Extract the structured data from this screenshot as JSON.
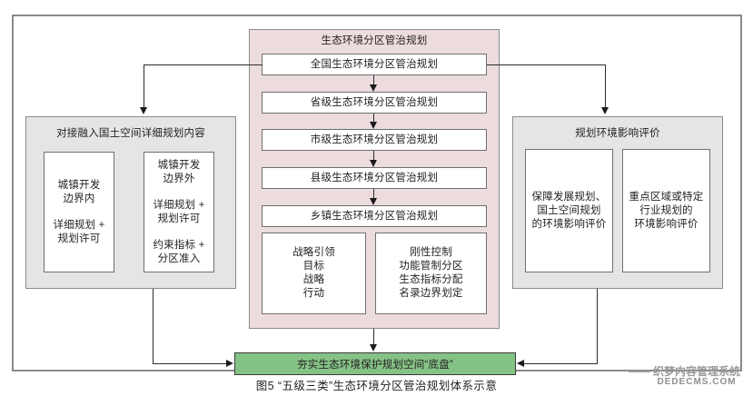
{
  "figure": {
    "caption": "图5    “五级三类”生态环境分区管治规划体系示意"
  },
  "center_panel": {
    "title": "生态环境分区管治规划",
    "levels": [
      "全国生态环境分区管治规划",
      "省级生态环境分区管治规划",
      "市级生态环境分区管治规划",
      "县级生态环境分区管治规划",
      "乡镇生态环境分区管治规划"
    ],
    "categories": [
      {
        "lines": [
          "战略引领",
          "目标",
          "战略",
          "行动"
        ]
      },
      {
        "lines": [
          "刚性控制",
          "功能管制分区",
          "生态指标分配",
          "名录边界划定"
        ]
      }
    ]
  },
  "left_panel": {
    "title": "对接融入国土空间详细规划内容",
    "boxes": [
      {
        "head": [
          "城镇开发",
          "边界内"
        ],
        "body": [
          "详细规划 +",
          "规划许可"
        ]
      },
      {
        "head": [
          "城镇开发",
          "边界外"
        ],
        "body": [
          "详细规划 +",
          "规划许可"
        ],
        "body2": [
          "约束指标 +",
          "分区准入"
        ]
      }
    ]
  },
  "right_panel": {
    "title": "规划环境影响评价",
    "boxes": [
      {
        "lines": [
          "保障发展规划、",
          "国土空间规划",
          "的环境影响评价"
        ]
      },
      {
        "lines": [
          "重点区域或特定",
          "行业规划的",
          "环境影响评价"
        ]
      }
    ]
  },
  "bottom_box": {
    "label": "夯实生态环境保护规划空间“底盘”"
  },
  "watermark": {
    "line1": "织梦内容管理系统",
    "line2": "DEDECMS.COM"
  },
  "colors": {
    "pink_panel": "#ecdcde",
    "gray_panel": "#e4e5e5",
    "green_box": "#85c285",
    "frame_line": "#888a8c",
    "connector": "#2b2b2b"
  }
}
